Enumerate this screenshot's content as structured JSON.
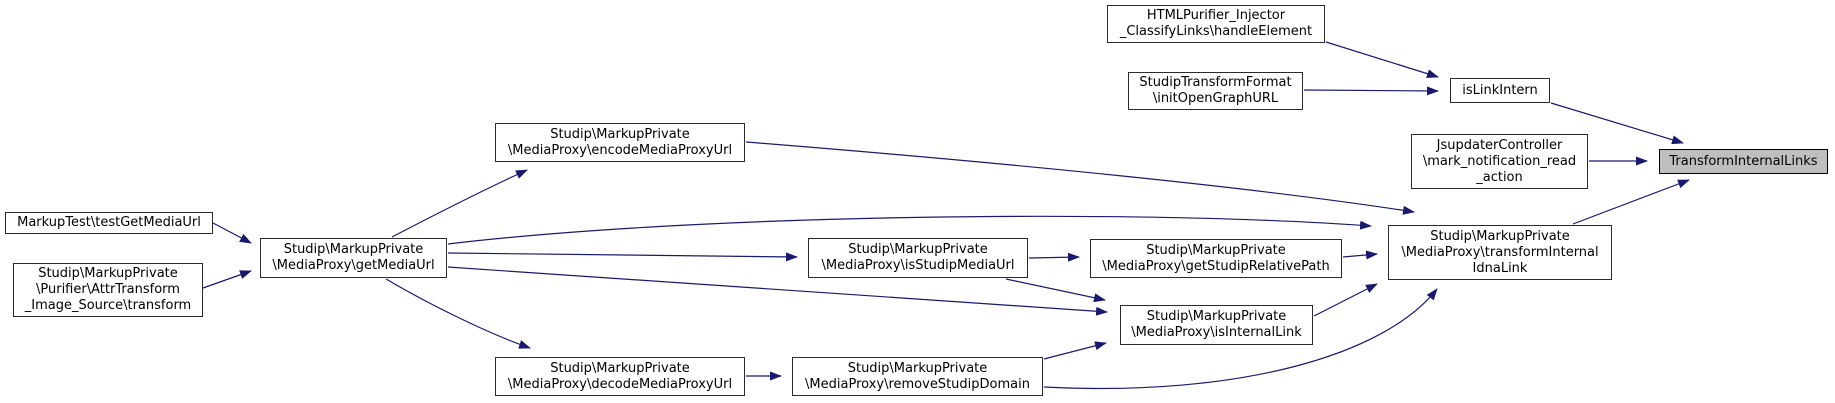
{
  "diagram": {
    "title": "TransformInternalLinks call graph",
    "edge_color": "#191970",
    "node_fill": "#ffffff",
    "node_border": "#2b2b2b",
    "highlight_fill": "#bfbfbf",
    "nodes": {
      "testGetMediaUrl": {
        "label": "MarkupTest\\testGetMediaUrl"
      },
      "attrTransform": {
        "label": "Studip\\MarkupPrivate\n\\Purifier\\AttrTransform\n_Image_Source\\transform"
      },
      "getMediaUrl": {
        "label": "Studip\\MarkupPrivate\n\\MediaProxy\\getMediaUrl"
      },
      "encodeMediaProxyUrl": {
        "label": "Studip\\MarkupPrivate\n\\MediaProxy\\encodeMediaProxyUrl"
      },
      "isStudipMediaUrl": {
        "label": "Studip\\MarkupPrivate\n\\MediaProxy\\isStudipMediaUrl"
      },
      "getStudipRelativePath": {
        "label": "Studip\\MarkupPrivate\n\\MediaProxy\\getStudipRelativePath"
      },
      "isInternalLink": {
        "label": "Studip\\MarkupPrivate\n\\MediaProxy\\isInternalLink"
      },
      "decodeMediaProxyUrl": {
        "label": "Studip\\MarkupPrivate\n\\MediaProxy\\decodeMediaProxyUrl"
      },
      "removeStudipDomain": {
        "label": "Studip\\MarkupPrivate\n\\MediaProxy\\removeStudipDomain"
      },
      "transformInternalIdnaLink": {
        "label": "Studip\\MarkupPrivate\n\\MediaProxy\\transformInternal\nIdnaLink"
      },
      "handleElement": {
        "label": "HTMLPurifier_Injector\n_ClassifyLinks\\handleElement"
      },
      "initOpenGraphURL": {
        "label": "StudipTransformFormat\n\\initOpenGraphURL"
      },
      "isLinkIntern": {
        "label": "isLinkIntern"
      },
      "markNotificationRead": {
        "label": "JsupdaterController\n\\mark_notification_read\n_action"
      },
      "transformInternalLinks": {
        "label": "TransformInternalLinks"
      }
    },
    "edges": [
      {
        "from": "testGetMediaUrl",
        "to": "getMediaUrl"
      },
      {
        "from": "attrTransform",
        "to": "getMediaUrl"
      },
      {
        "from": "getMediaUrl",
        "to": "encodeMediaProxyUrl"
      },
      {
        "from": "getMediaUrl",
        "to": "isStudipMediaUrl"
      },
      {
        "from": "getMediaUrl",
        "to": "isInternalLink"
      },
      {
        "from": "getMediaUrl",
        "to": "decodeMediaProxyUrl"
      },
      {
        "from": "getMediaUrl",
        "to": "transformInternalIdnaLink"
      },
      {
        "from": "encodeMediaProxyUrl",
        "to": "transformInternalIdnaLink"
      },
      {
        "from": "isStudipMediaUrl",
        "to": "getStudipRelativePath"
      },
      {
        "from": "isStudipMediaUrl",
        "to": "isInternalLink"
      },
      {
        "from": "getStudipRelativePath",
        "to": "transformInternalIdnaLink"
      },
      {
        "from": "isInternalLink",
        "to": "transformInternalIdnaLink"
      },
      {
        "from": "decodeMediaProxyUrl",
        "to": "removeStudipDomain"
      },
      {
        "from": "removeStudipDomain",
        "to": "isInternalLink"
      },
      {
        "from": "removeStudipDomain",
        "to": "transformInternalIdnaLink"
      },
      {
        "from": "transformInternalIdnaLink",
        "to": "transformInternalLinks"
      },
      {
        "from": "isLinkIntern",
        "to": "transformInternalLinks"
      },
      {
        "from": "markNotificationRead",
        "to": "transformInternalLinks"
      },
      {
        "from": "handleElement",
        "to": "isLinkIntern"
      },
      {
        "from": "initOpenGraphURL",
        "to": "isLinkIntern"
      }
    ]
  }
}
